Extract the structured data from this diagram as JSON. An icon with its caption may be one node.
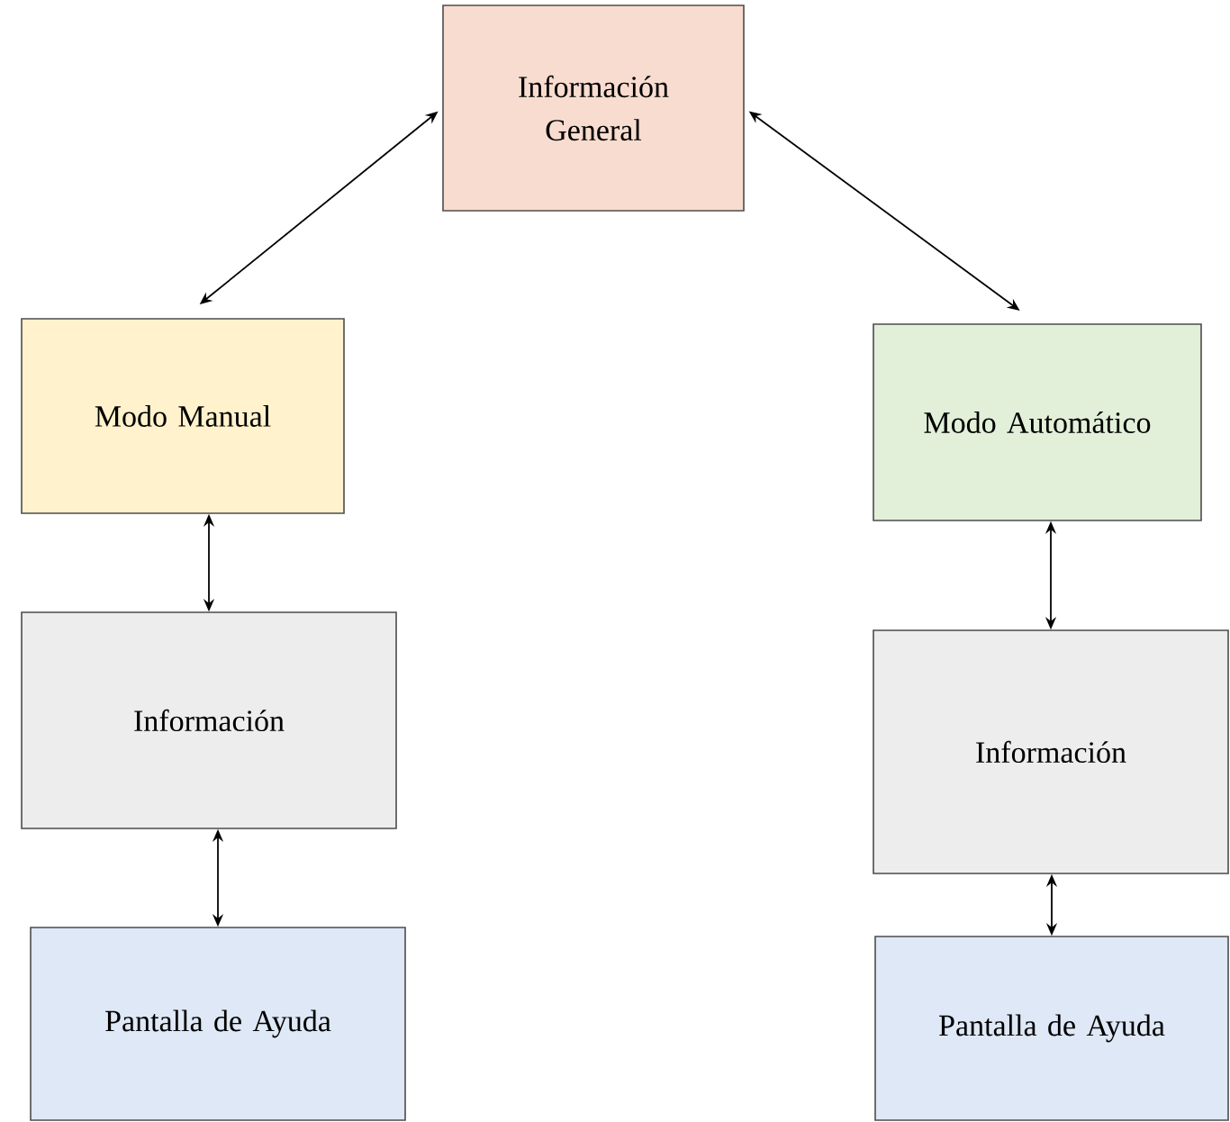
{
  "diagram": {
    "nodes": [
      {
        "text": [
          "Información General"
        ]
      },
      {
        "text": [
          "Modo Manual"
        ]
      },
      {
        "text": [
          "Modo Automático"
        ]
      },
      {
        "text": [
          "Información"
        ]
      },
      {
        "text": [
          "Información"
        ]
      },
      {
        "text": [
          "Pantalla de Ayuda"
        ]
      },
      {
        "text": [
          "Pantalla de Ayuda"
        ]
      }
    ],
    "edges": [
      {
        "from": 0,
        "to": 1,
        "arrow": "both"
      },
      {
        "from": 0,
        "to": 2,
        "arrow": "both"
      },
      {
        "from": 1,
        "to": 3,
        "arrow": "both"
      },
      {
        "from": 3,
        "to": 5,
        "arrow": "both"
      },
      {
        "from": 2,
        "to": 4,
        "arrow": "both"
      },
      {
        "from": 4,
        "to": 6,
        "arrow": "both"
      }
    ]
  }
}
